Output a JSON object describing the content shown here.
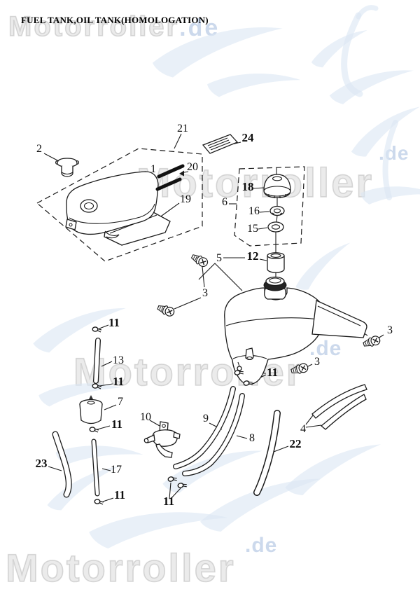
{
  "title": "FUEL TANK,OIL TANK(HOMOLOGATION)",
  "watermark": {
    "brand": "Motorroller",
    "domain": ".de"
  },
  "colors": {
    "line": "#1a1a1a",
    "watermark_gray": "#d0d0d0",
    "watermark_blue": "#ccd9ec"
  },
  "diagram": {
    "callouts": [
      "2",
      "21",
      "24",
      "1",
      "20",
      "19",
      "18",
      "6",
      "16",
      "15",
      "5",
      "12",
      "3",
      "3",
      "3",
      "11",
      "13",
      "11",
      "7",
      "11",
      "10",
      "9",
      "8",
      "4",
      "22",
      "23",
      "17",
      "11",
      "11",
      "11"
    ]
  }
}
